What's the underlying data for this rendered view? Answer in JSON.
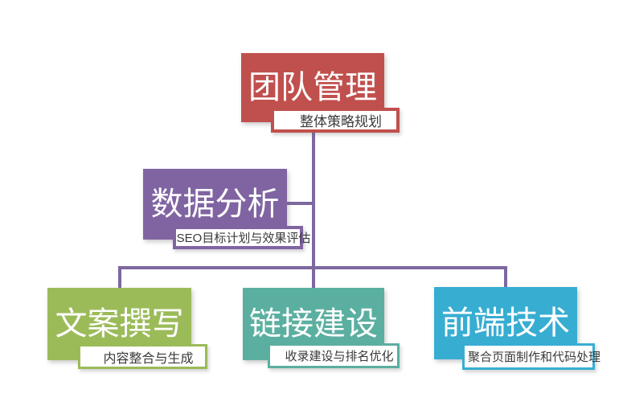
{
  "diagram": {
    "type": "org-chart",
    "background": "#FFFFFF",
    "connector_color": "#7D68A0",
    "nodes": [
      {
        "id": "team-management",
        "label": "团队管理",
        "sublabel": "整体策略规划",
        "color": "#C0504D",
        "level": 1
      },
      {
        "id": "data-analysis",
        "label": "数据分析",
        "sublabel": "SEO目标计划与效果评估",
        "color": "#8064A2",
        "level": 2
      },
      {
        "id": "copywriting",
        "label": "文案撰写",
        "sublabel": "内容整合与生成",
        "color": "#9BBB59",
        "level": 3
      },
      {
        "id": "link-building",
        "label": "链接建设",
        "sublabel": "收录建设与排名优化",
        "color": "#5BAFA0",
        "level": 3
      },
      {
        "id": "frontend-tech",
        "label": "前端技术",
        "sublabel": "聚合页面制作和代码处理",
        "color": "#38ADD2",
        "level": 3
      }
    ]
  }
}
